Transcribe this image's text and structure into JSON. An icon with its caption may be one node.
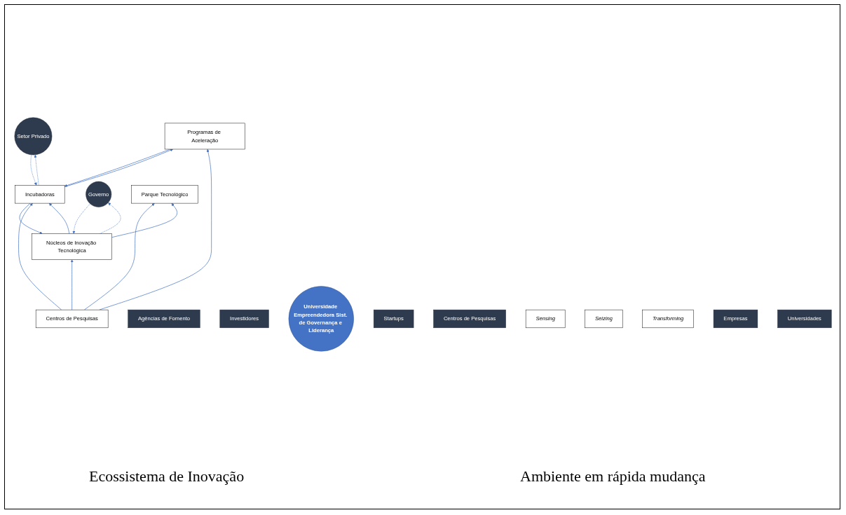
{
  "diagram": {
    "nodes": [
      {
        "text": [
          "Governo"
        ]
      },
      {
        "text": [
          "Setor Privado"
        ]
      },
      {
        "text": [
          "Agências de Fomento"
        ]
      },
      {
        "text": [
          "Núcleos de Inovação Tecnológica"
        ]
      },
      {
        "text": [
          "Investidores"
        ]
      },
      {
        "text": [
          "Universidade Empreendedora Sist. de Governança e Liderança"
        ]
      },
      {
        "text": [
          "Incubadoras"
        ]
      },
      {
        "text": [
          "Parque Tecnológico"
        ]
      },
      {
        "text": [
          "Startups"
        ]
      },
      {
        "text": [
          "Programas de Aceleração"
        ]
      },
      {
        "text": [
          "Centros de Pesquisas"
        ]
      },
      {
        "text": [
          "Sensing"
        ]
      },
      {
        "text": [
          "Seizing"
        ]
      },
      {
        "text": [
          "Transforming"
        ]
      },
      {
        "text": [
          "Centros de Pesquisas"
        ]
      },
      {
        "text": [
          "Empresas"
        ]
      },
      {
        "text": [
          "Universidades"
        ]
      }
    ],
    "edges": [
      {
        "from": 0,
        "to": 3,
        "arrow": "to",
        "style": "dashed"
      },
      {
        "from": 3,
        "to": 0,
        "arrow": "to",
        "style": "dashed"
      },
      {
        "from": 3,
        "to": 7,
        "arrow": "to"
      },
      {
        "from": 14,
        "to": 3,
        "arrow": "to"
      },
      {
        "from": 14,
        "to": 7,
        "arrow": "to"
      },
      {
        "from": 3,
        "to": 6,
        "arrow": "to"
      },
      {
        "from": 6,
        "to": 3,
        "arrow": "to"
      },
      {
        "from": 1,
        "to": 6,
        "arrow": "to",
        "style": "dashed"
      },
      {
        "from": 6,
        "to": 1,
        "arrow": "to",
        "style": "dashed"
      },
      {
        "from": 14,
        "to": 6,
        "arrow": "to"
      },
      {
        "from": 14,
        "to": 9,
        "arrow": "to"
      },
      {
        "from": 6,
        "to": 9,
        "arrow": "to"
      },
      {
        "from": 9,
        "to": 6,
        "arrow": "to"
      }
    ],
    "labels": [
      "Ecossistema de Inovação",
      "Ambiente em rápida mudança"
    ]
  }
}
